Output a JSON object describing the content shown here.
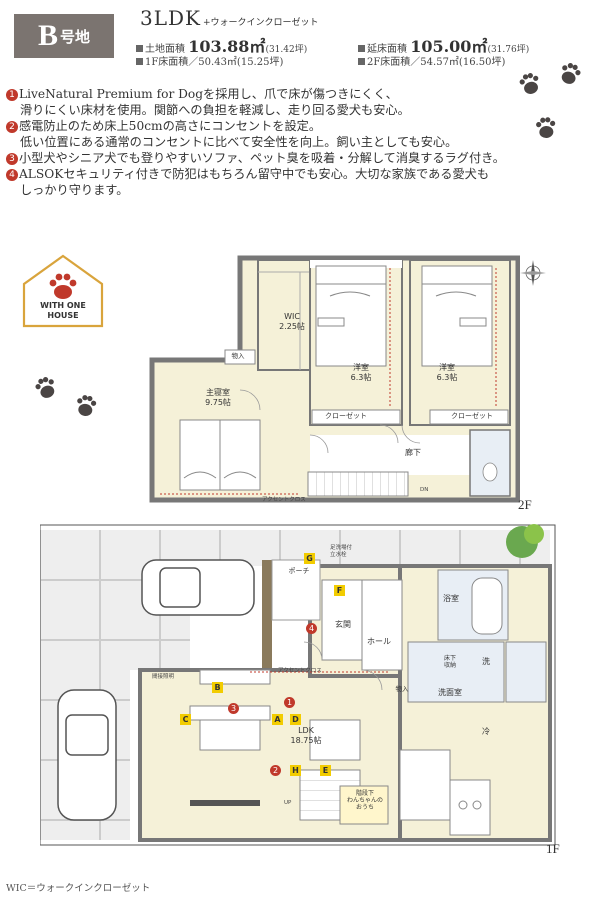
{
  "header": {
    "lot_letter": "B",
    "lot_suffix": "号地",
    "layout": "3LDK",
    "layout_sub": "+ウォークインクローゼット",
    "land_area_label": "土地面積",
    "land_area_value": "103.88㎡",
    "land_area_tsubo": "(31.42坪)",
    "total_floor_label": "延床面積",
    "total_floor_value": "105.00㎡",
    "total_floor_tsubo": "(31.76坪)",
    "floor1_area": "1F床面積／50.43㎡(15.25坪)",
    "floor2_area": "2F床面積／54.57㎡(16.50坪)"
  },
  "features": [
    {
      "num": "1",
      "lines": [
        "LiveNatural Premium for Dogを採用し、爪で床が傷つきにくく、",
        "滑りにくい床材を使用。関節への負担を軽減し、走り回る愛犬も安心。"
      ]
    },
    {
      "num": "2",
      "lines": [
        "感電防止のため床上50cmの高さにコンセントを設定。",
        "低い位置にある通常のコンセントに比べて安全性を向上。飼い主としても安心。"
      ]
    },
    {
      "num": "3",
      "lines": [
        "小型犬やシニア犬でも登りやすいソファ、ペット臭を吸着・分解して消臭するラグ付き。"
      ]
    },
    {
      "num": "4",
      "lines": [
        "ALSOKセキュリティ付きで防犯はもちろん留守中でも安心。大切な家族である愛犬も",
        "しっかり守ります。"
      ]
    }
  ],
  "badge_text": [
    "WITH ONE",
    "HOUSE"
  ],
  "floor2": {
    "label": "2F",
    "wic": [
      "WIC",
      "2.25帖"
    ],
    "master": [
      "主寝室",
      "9.75帖"
    ],
    "west1": [
      "洋室",
      "6.3帖"
    ],
    "west2": [
      "洋室",
      "6.3帖"
    ],
    "closet1": "クローゼット",
    "closet2": "クローゼット",
    "hall": "廊下",
    "storage": "物入",
    "accent_cloth": "アクセントクロス",
    "dn": "DN"
  },
  "floor1": {
    "label": "1F",
    "ldk": [
      "LDK",
      "18.75帖"
    ],
    "entrance": "玄関",
    "hall": "ホール",
    "bath": "浴室",
    "wash": "洗",
    "washroom": "洗面室",
    "fridge": "冷",
    "porch": "ポーチ",
    "storage": "物入",
    "floor_storage": [
      "床下",
      "収納"
    ],
    "dog_house": [
      "階段下",
      "わんちゃんの",
      "おうち"
    ],
    "lighting": "間接照明",
    "accent_cloth": "アクセントクロス",
    "mailbox": [
      "足洗場付",
      "立水栓"
    ],
    "up": "UP",
    "markers": [
      "G",
      "F",
      "B",
      "C",
      "A",
      "D",
      "E",
      "H"
    ],
    "red_markers": [
      "1",
      "2",
      "3",
      "4"
    ]
  },
  "footnote": "WIC＝ウォークインクローゼット"
}
